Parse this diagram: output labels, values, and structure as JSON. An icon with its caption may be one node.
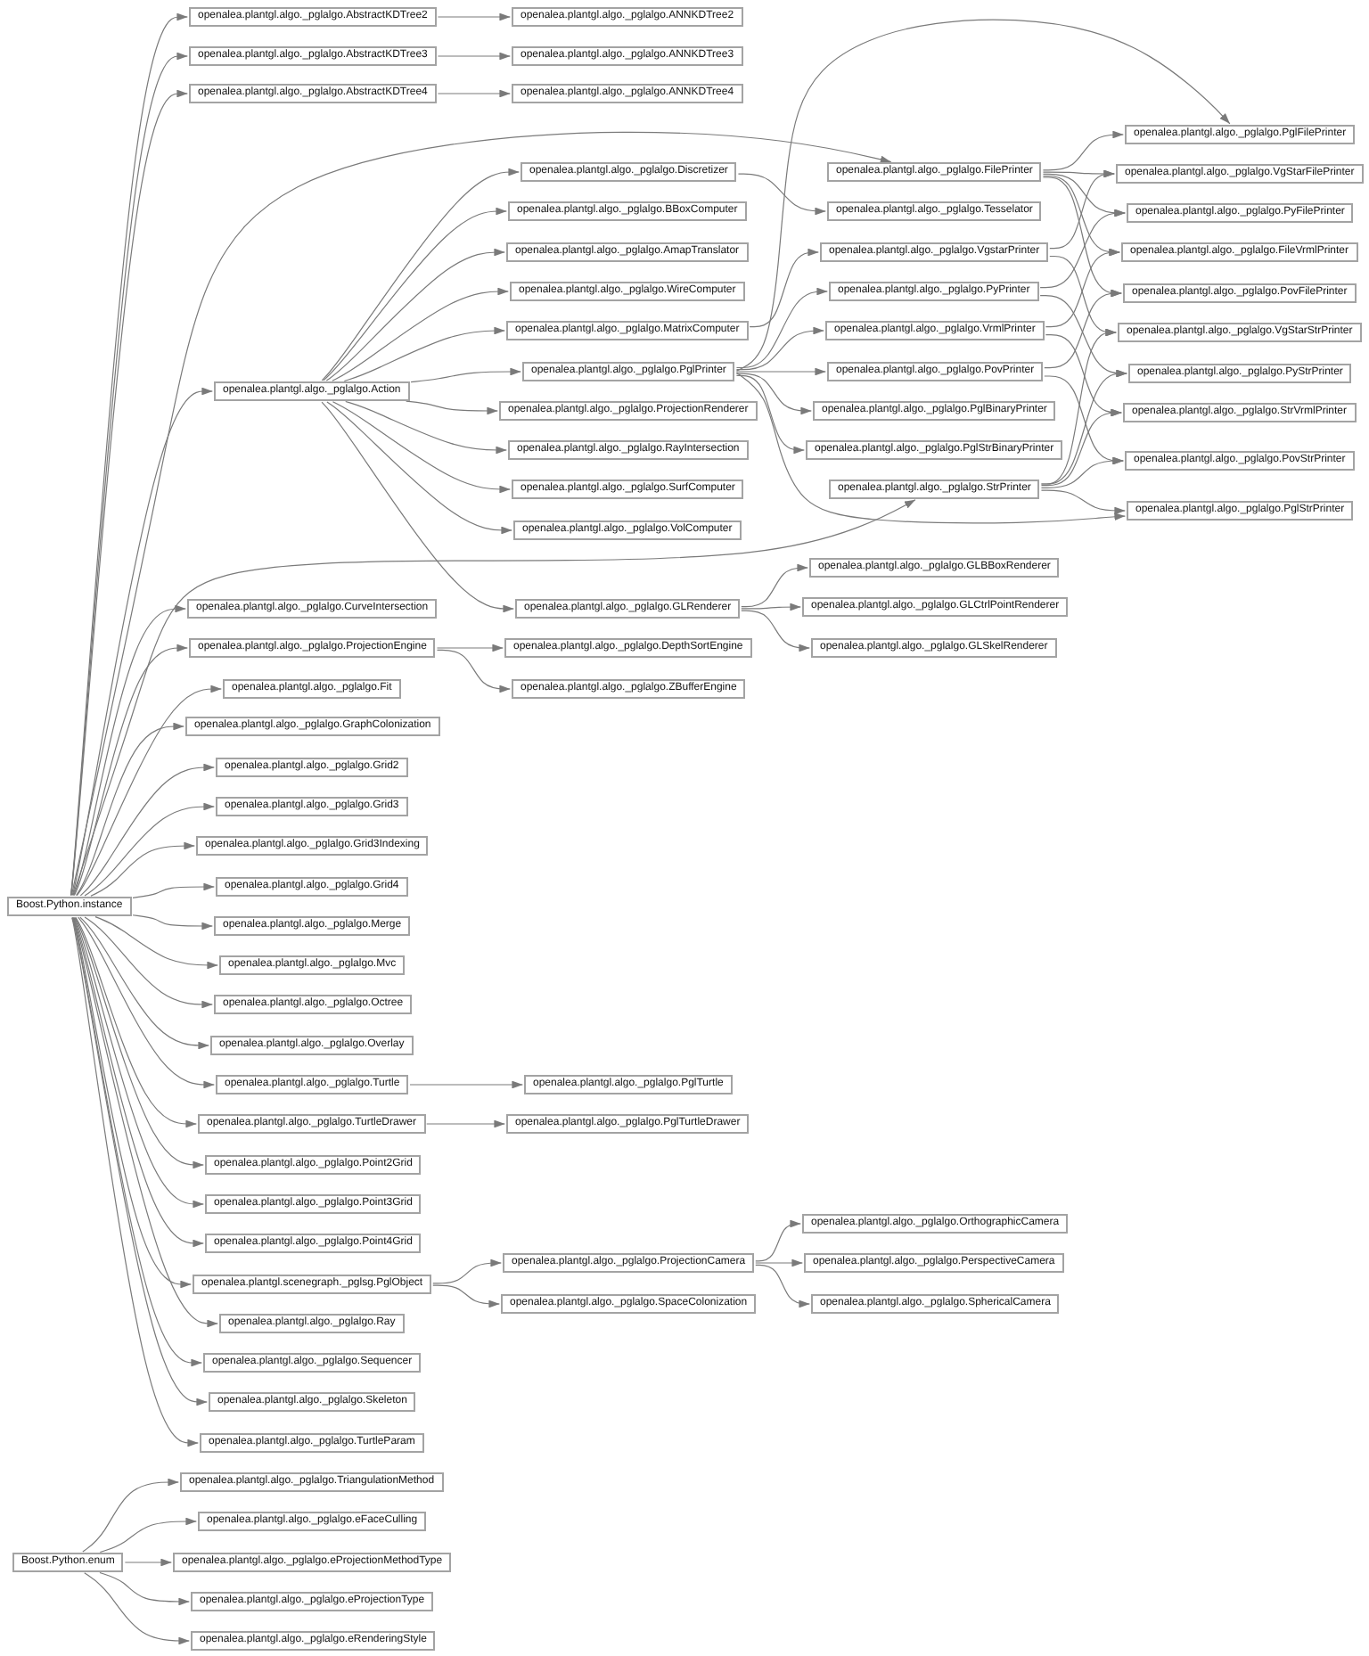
{
  "diagram": {
    "nodes": [
      {
        "text": [
          "Boost.Python.instance"
        ]
      },
      {
        "text": [
          "Boost.Python.enum"
        ]
      },
      {
        "text": [
          "openalea.plantgl.algo._pglalgo.AbstractKDTree2"
        ]
      },
      {
        "text": [
          "openalea.plantgl.algo._pglalgo.AbstractKDTree3"
        ]
      },
      {
        "text": [
          "openalea.plantgl.algo._pglalgo.AbstractKDTree4"
        ]
      },
      {
        "text": [
          "openalea.plantgl.algo._pglalgo.Action"
        ]
      },
      {
        "text": [
          "openalea.plantgl.algo._pglalgo.CurveIntersection"
        ]
      },
      {
        "text": [
          "openalea.plantgl.algo._pglalgo.ProjectionEngine"
        ]
      },
      {
        "text": [
          "openalea.plantgl.algo._pglalgo.Fit"
        ]
      },
      {
        "text": [
          "openalea.plantgl.algo._pglalgo.GraphColonization"
        ]
      },
      {
        "text": [
          "openalea.plantgl.algo._pglalgo.Grid2"
        ]
      },
      {
        "text": [
          "openalea.plantgl.algo._pglalgo.Grid3"
        ]
      },
      {
        "text": [
          "openalea.plantgl.algo._pglalgo.Grid3Indexing"
        ]
      },
      {
        "text": [
          "openalea.plantgl.algo._pglalgo.Grid4"
        ]
      },
      {
        "text": [
          "openalea.plantgl.algo._pglalgo.Merge"
        ]
      },
      {
        "text": [
          "openalea.plantgl.algo._pglalgo.Mvc"
        ]
      },
      {
        "text": [
          "openalea.plantgl.algo._pglalgo.Octree"
        ]
      },
      {
        "text": [
          "openalea.plantgl.algo._pglalgo.Overlay"
        ]
      },
      {
        "text": [
          "openalea.plantgl.algo._pglalgo.Turtle"
        ]
      },
      {
        "text": [
          "openalea.plantgl.algo._pglalgo.TurtleDrawer"
        ]
      },
      {
        "text": [
          "openalea.plantgl.algo._pglalgo.Point2Grid"
        ]
      },
      {
        "text": [
          "openalea.plantgl.algo._pglalgo.Point3Grid"
        ]
      },
      {
        "text": [
          "openalea.plantgl.algo._pglalgo.Point4Grid"
        ]
      },
      {
        "text": [
          "openalea.plantgl.scenegraph._pglsg.PglObject"
        ]
      },
      {
        "text": [
          "openalea.plantgl.algo._pglalgo.Ray"
        ]
      },
      {
        "text": [
          "openalea.plantgl.algo._pglalgo.Sequencer"
        ]
      },
      {
        "text": [
          "openalea.plantgl.algo._pglalgo.Skeleton"
        ]
      },
      {
        "text": [
          "openalea.plantgl.algo._pglalgo.TurtleParam"
        ]
      },
      {
        "text": [
          "openalea.plantgl.algo._pglalgo.TriangulationMethod"
        ]
      },
      {
        "text": [
          "openalea.plantgl.algo._pglalgo.eFaceCulling"
        ]
      },
      {
        "text": [
          "openalea.plantgl.algo._pglalgo.eProjectionMethodType"
        ]
      },
      {
        "text": [
          "openalea.plantgl.algo._pglalgo.eProjectionType"
        ]
      },
      {
        "text": [
          "openalea.plantgl.algo._pglalgo.eRenderingStyle"
        ]
      },
      {
        "text": [
          "openalea.plantgl.algo._pglalgo.ANNKDTree2"
        ]
      },
      {
        "text": [
          "openalea.plantgl.algo._pglalgo.ANNKDTree3"
        ]
      },
      {
        "text": [
          "openalea.plantgl.algo._pglalgo.ANNKDTree4"
        ]
      },
      {
        "text": [
          "openalea.plantgl.algo._pglalgo.Discretizer"
        ]
      },
      {
        "text": [
          "openalea.plantgl.algo._pglalgo.BBoxComputer"
        ]
      },
      {
        "text": [
          "openalea.plantgl.algo._pglalgo.AmapTranslator"
        ]
      },
      {
        "text": [
          "openalea.plantgl.algo._pglalgo.WireComputer"
        ]
      },
      {
        "text": [
          "openalea.plantgl.algo._pglalgo.MatrixComputer"
        ]
      },
      {
        "text": [
          "openalea.plantgl.algo._pglalgo.PglPrinter"
        ]
      },
      {
        "text": [
          "openalea.plantgl.algo._pglalgo.ProjectionRenderer"
        ]
      },
      {
        "text": [
          "openalea.plantgl.algo._pglalgo.RayIntersection"
        ]
      },
      {
        "text": [
          "openalea.plantgl.algo._pglalgo.SurfComputer"
        ]
      },
      {
        "text": [
          "openalea.plantgl.algo._pglalgo.VolComputer"
        ]
      },
      {
        "text": [
          "openalea.plantgl.algo._pglalgo.GLRenderer"
        ]
      },
      {
        "text": [
          "openalea.plantgl.algo._pglalgo.DepthSortEngine"
        ]
      },
      {
        "text": [
          "openalea.plantgl.algo._pglalgo.ZBufferEngine"
        ]
      },
      {
        "text": [
          "openalea.plantgl.algo._pglalgo.PglTurtle"
        ]
      },
      {
        "text": [
          "openalea.plantgl.algo._pglalgo.PglTurtleDrawer"
        ]
      },
      {
        "text": [
          "openalea.plantgl.algo._pglalgo.ProjectionCamera"
        ]
      },
      {
        "text": [
          "openalea.plantgl.algo._pglalgo.SpaceColonization"
        ]
      },
      {
        "text": [
          "openalea.plantgl.algo._pglalgo.FilePrinter"
        ]
      },
      {
        "text": [
          "openalea.plantgl.algo._pglalgo.Tesselator"
        ]
      },
      {
        "text": [
          "openalea.plantgl.algo._pglalgo.VgstarPrinter"
        ]
      },
      {
        "text": [
          "openalea.plantgl.algo._pglalgo.PyPrinter"
        ]
      },
      {
        "text": [
          "openalea.plantgl.algo._pglalgo.VrmlPrinter"
        ]
      },
      {
        "text": [
          "openalea.plantgl.algo._pglalgo.PovPrinter"
        ]
      },
      {
        "text": [
          "openalea.plantgl.algo._pglalgo.PglBinaryPrinter"
        ]
      },
      {
        "text": [
          "openalea.plantgl.algo._pglalgo.PglStrBinaryPrinter"
        ]
      },
      {
        "text": [
          "openalea.plantgl.algo._pglalgo.StrPrinter"
        ]
      },
      {
        "text": [
          "openalea.plantgl.algo._pglalgo.GLBBoxRenderer"
        ]
      },
      {
        "text": [
          "openalea.plantgl.algo._pglalgo.GLCtrlPointRenderer"
        ]
      },
      {
        "text": [
          "openalea.plantgl.algo._pglalgo.GLSkelRenderer"
        ]
      },
      {
        "text": [
          "openalea.plantgl.algo._pglalgo.OrthographicCamera"
        ]
      },
      {
        "text": [
          "openalea.plantgl.algo._pglalgo.PerspectiveCamera"
        ]
      },
      {
        "text": [
          "openalea.plantgl.algo._pglalgo.SphericalCamera"
        ]
      },
      {
        "text": [
          "openalea.plantgl.algo._pglalgo.PglFilePrinter"
        ]
      },
      {
        "text": [
          "openalea.plantgl.algo._pglalgo.VgStarFilePrinter"
        ]
      },
      {
        "text": [
          "openalea.plantgl.algo._pglalgo.PyFilePrinter"
        ]
      },
      {
        "text": [
          "openalea.plantgl.algo._pglalgo.FileVrmlPrinter"
        ]
      },
      {
        "text": [
          "openalea.plantgl.algo._pglalgo.PovFilePrinter"
        ]
      },
      {
        "text": [
          "openalea.plantgl.algo._pglalgo.VgStarStrPrinter"
        ]
      },
      {
        "text": [
          "openalea.plantgl.algo._pglalgo.PyStrPrinter"
        ]
      },
      {
        "text": [
          "openalea.plantgl.algo._pglalgo.StrVrmlPrinter"
        ]
      },
      {
        "text": [
          "openalea.plantgl.algo._pglalgo.PovStrPrinter"
        ]
      },
      {
        "text": [
          "openalea.plantgl.algo._pglalgo.PglStrPrinter"
        ]
      }
    ],
    "edges": [
      {
        "from": 0,
        "to": 2,
        "arrow": "to"
      },
      {
        "from": 0,
        "to": 3,
        "arrow": "to"
      },
      {
        "from": 0,
        "to": 4,
        "arrow": "to"
      },
      {
        "from": 0,
        "to": 5,
        "arrow": "to"
      },
      {
        "from": 0,
        "to": 6,
        "arrow": "to"
      },
      {
        "from": 0,
        "to": 7,
        "arrow": "to"
      },
      {
        "from": 0,
        "to": 8,
        "arrow": "to"
      },
      {
        "from": 0,
        "to": 9,
        "arrow": "to"
      },
      {
        "from": 0,
        "to": 10,
        "arrow": "to"
      },
      {
        "from": 0,
        "to": 11,
        "arrow": "to"
      },
      {
        "from": 0,
        "to": 12,
        "arrow": "to"
      },
      {
        "from": 0,
        "to": 13,
        "arrow": "to"
      },
      {
        "from": 0,
        "to": 14,
        "arrow": "to"
      },
      {
        "from": 0,
        "to": 15,
        "arrow": "to"
      },
      {
        "from": 0,
        "to": 16,
        "arrow": "to"
      },
      {
        "from": 0,
        "to": 17,
        "arrow": "to"
      },
      {
        "from": 0,
        "to": 18,
        "arrow": "to"
      },
      {
        "from": 0,
        "to": 19,
        "arrow": "to"
      },
      {
        "from": 0,
        "to": 20,
        "arrow": "to"
      },
      {
        "from": 0,
        "to": 21,
        "arrow": "to"
      },
      {
        "from": 0,
        "to": 22,
        "arrow": "to"
      },
      {
        "from": 0,
        "to": 23,
        "arrow": "to"
      },
      {
        "from": 0,
        "to": 24,
        "arrow": "to"
      },
      {
        "from": 0,
        "to": 25,
        "arrow": "to"
      },
      {
        "from": 0,
        "to": 26,
        "arrow": "to"
      },
      {
        "from": 0,
        "to": 27,
        "arrow": "to"
      },
      {
        "from": 0,
        "to": 53,
        "arrow": "to"
      },
      {
        "from": 0,
        "to": 61,
        "arrow": "to"
      },
      {
        "from": 1,
        "to": 28,
        "arrow": "to"
      },
      {
        "from": 1,
        "to": 29,
        "arrow": "to"
      },
      {
        "from": 1,
        "to": 30,
        "arrow": "to"
      },
      {
        "from": 1,
        "to": 31,
        "arrow": "to"
      },
      {
        "from": 1,
        "to": 32,
        "arrow": "to"
      },
      {
        "from": 2,
        "to": 33,
        "arrow": "to"
      },
      {
        "from": 3,
        "to": 34,
        "arrow": "to"
      },
      {
        "from": 4,
        "to": 35,
        "arrow": "to"
      },
      {
        "from": 5,
        "to": 36,
        "arrow": "to"
      },
      {
        "from": 5,
        "to": 37,
        "arrow": "to"
      },
      {
        "from": 5,
        "to": 38,
        "arrow": "to"
      },
      {
        "from": 5,
        "to": 39,
        "arrow": "to"
      },
      {
        "from": 5,
        "to": 40,
        "arrow": "to"
      },
      {
        "from": 5,
        "to": 41,
        "arrow": "to"
      },
      {
        "from": 5,
        "to": 42,
        "arrow": "to"
      },
      {
        "from": 5,
        "to": 43,
        "arrow": "to"
      },
      {
        "from": 5,
        "to": 44,
        "arrow": "to"
      },
      {
        "from": 5,
        "to": 45,
        "arrow": "to"
      },
      {
        "from": 5,
        "to": 46,
        "arrow": "to"
      },
      {
        "from": 7,
        "to": 47,
        "arrow": "to"
      },
      {
        "from": 7,
        "to": 48,
        "arrow": "to"
      },
      {
        "from": 18,
        "to": 49,
        "arrow": "to"
      },
      {
        "from": 19,
        "to": 50,
        "arrow": "to"
      },
      {
        "from": 23,
        "to": 51,
        "arrow": "to"
      },
      {
        "from": 23,
        "to": 52,
        "arrow": "to"
      },
      {
        "from": 36,
        "to": 54,
        "arrow": "to"
      },
      {
        "from": 40,
        "to": 55,
        "arrow": "to"
      },
      {
        "from": 41,
        "to": 56,
        "arrow": "to"
      },
      {
        "from": 41,
        "to": 57,
        "arrow": "to"
      },
      {
        "from": 41,
        "to": 58,
        "arrow": "to"
      },
      {
        "from": 41,
        "to": 59,
        "arrow": "to"
      },
      {
        "from": 41,
        "to": 60,
        "arrow": "to"
      },
      {
        "from": 41,
        "to": 68,
        "arrow": "to"
      },
      {
        "from": 41,
        "to": 77,
        "arrow": "to"
      },
      {
        "from": 46,
        "to": 62,
        "arrow": "to"
      },
      {
        "from": 46,
        "to": 63,
        "arrow": "to"
      },
      {
        "from": 46,
        "to": 64,
        "arrow": "to"
      },
      {
        "from": 51,
        "to": 65,
        "arrow": "to"
      },
      {
        "from": 51,
        "to": 66,
        "arrow": "to"
      },
      {
        "from": 51,
        "to": 67,
        "arrow": "to"
      },
      {
        "from": 53,
        "to": 68,
        "arrow": "to"
      },
      {
        "from": 53,
        "to": 69,
        "arrow": "to"
      },
      {
        "from": 53,
        "to": 70,
        "arrow": "to"
      },
      {
        "from": 53,
        "to": 71,
        "arrow": "to"
      },
      {
        "from": 53,
        "to": 72,
        "arrow": "to"
      },
      {
        "from": 55,
        "to": 69,
        "arrow": "to"
      },
      {
        "from": 55,
        "to": 73,
        "arrow": "to"
      },
      {
        "from": 56,
        "to": 70,
        "arrow": "to"
      },
      {
        "from": 56,
        "to": 74,
        "arrow": "to"
      },
      {
        "from": 57,
        "to": 71,
        "arrow": "to"
      },
      {
        "from": 57,
        "to": 75,
        "arrow": "to"
      },
      {
        "from": 58,
        "to": 72,
        "arrow": "to"
      },
      {
        "from": 58,
        "to": 76,
        "arrow": "to"
      },
      {
        "from": 61,
        "to": 73,
        "arrow": "to"
      },
      {
        "from": 61,
        "to": 74,
        "arrow": "to"
      },
      {
        "from": 61,
        "to": 75,
        "arrow": "to"
      },
      {
        "from": 61,
        "to": 76,
        "arrow": "to"
      },
      {
        "from": 61,
        "to": 77,
        "arrow": "to"
      }
    ]
  }
}
